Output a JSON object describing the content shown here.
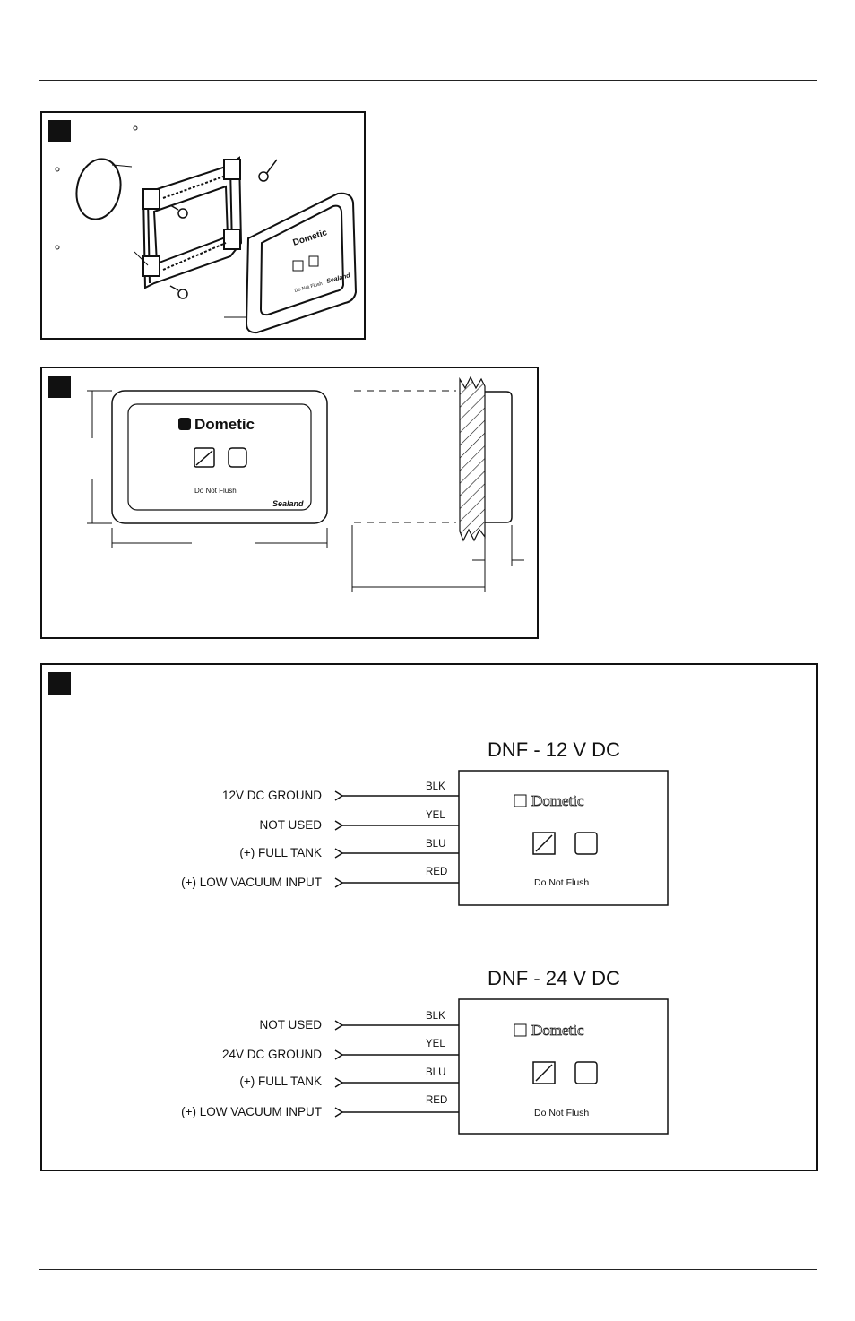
{
  "panel_a": {
    "brand": "Dometic",
    "label": "Do Not Flush",
    "logo": "Sealand"
  },
  "panel_b": {
    "brand": "Dometic",
    "label": "Do Not Flush",
    "logo": "Sealand"
  },
  "panel_c": {
    "units": [
      {
        "title": "DNF - 12 V DC",
        "brand": "Dometic",
        "label": "Do Not Flush",
        "wires": [
          {
            "name": "12V DC GROUND",
            "color": "BLK"
          },
          {
            "name": "NOT USED",
            "color": "YEL"
          },
          {
            "name": "(+) FULL TANK",
            "color": "BLU"
          },
          {
            "name": "(+) LOW VACUUM INPUT",
            "color": "RED"
          }
        ]
      },
      {
        "title": "DNF - 24 V DC",
        "brand": "Dometic",
        "label": "Do Not Flush",
        "wires": [
          {
            "name": "NOT USED",
            "color": "BLK"
          },
          {
            "name": "24V DC GROUND",
            "color": "YEL"
          },
          {
            "name": "(+) FULL TANK",
            "color": "BLU"
          },
          {
            "name": "(+) LOW VACUUM INPUT",
            "color": "RED"
          }
        ]
      }
    ]
  }
}
